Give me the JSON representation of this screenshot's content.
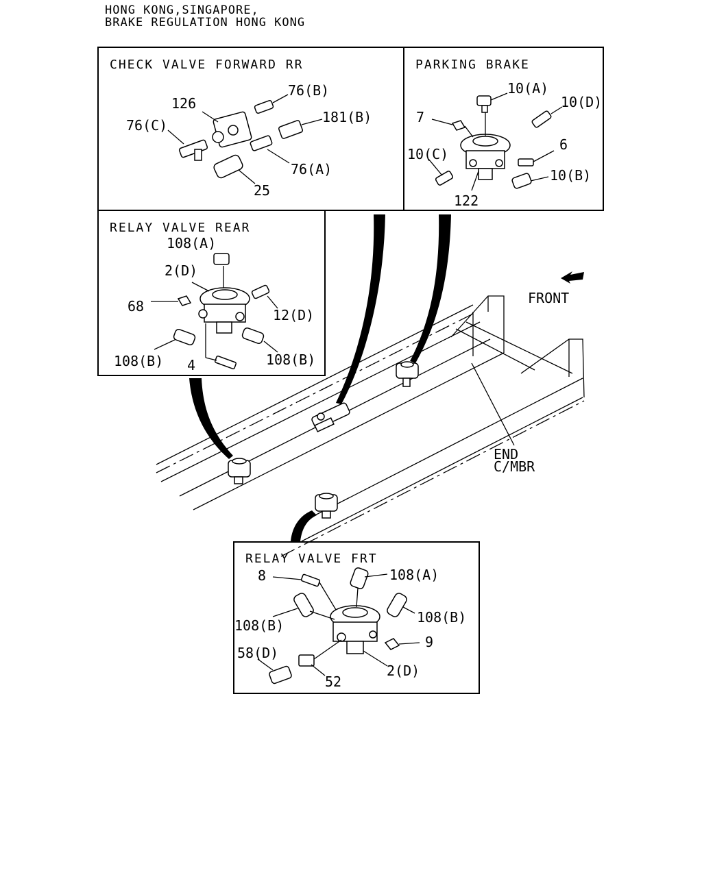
{
  "header": {
    "line1": "HONG KONG,SINGAPORE,",
    "line2": "BRAKE REGULATION HONG KONG"
  },
  "panels": {
    "check_valve": {
      "title": "CHECK VALVE FORWARD RR",
      "labels": {
        "p126": "126",
        "p76b": "76(B)",
        "p181b": "181(B)",
        "p76c": "76(C)",
        "p76a": "76(A)",
        "p25": "25"
      }
    },
    "parking_brake": {
      "title": "PARKING BRAKE",
      "labels": {
        "p10a": "10(A)",
        "p10d": "10(D)",
        "p7": "7",
        "p6": "6",
        "p10c": "10(C)",
        "p10b": "10(B)",
        "p122": "122"
      }
    },
    "relay_rear": {
      "title": "RELAY VALVE REAR",
      "labels": {
        "p108a": "108(A)",
        "p2d": "2(D)",
        "p68": "68",
        "p12d": "12(D)",
        "p108b_left": "108(B)",
        "p4": "4",
        "p108b_right": "108(B)"
      }
    },
    "relay_frt": {
      "title": "RELAY VALVE FRT",
      "labels": {
        "p8": "8",
        "p108a": "108(A)",
        "p108b_left": "108(B)",
        "p108b_right": "108(B)",
        "p9": "9",
        "p58d": "58(D)",
        "p52": "52",
        "p2d": "2(D)"
      }
    }
  },
  "frame": {
    "front_label": "FRONT",
    "end_label_1": "END",
    "end_label_2": "C/MBR"
  }
}
